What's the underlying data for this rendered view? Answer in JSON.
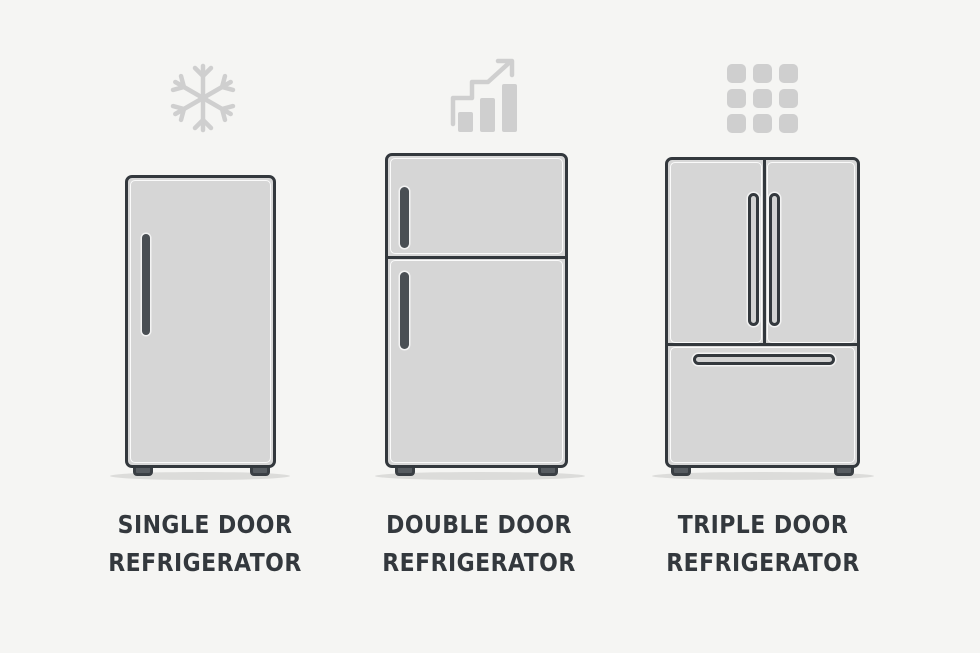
{
  "colors": {
    "background": "#f5f5f3",
    "outline": "#33383d",
    "panel_fill": "#d8d8d8",
    "icon_fill": "#cfcfcf",
    "text": "#33383d"
  },
  "items": [
    {
      "type": "single",
      "icon": "snowflake-icon",
      "label_line1": "SINGLE DOOR",
      "label_line2": "REFRIGERATOR"
    },
    {
      "type": "double",
      "icon": "growth-chart-icon",
      "label_line1": "DOUBLE DOOR",
      "label_line2": "REFRIGERATOR"
    },
    {
      "type": "triple",
      "icon": "grid-icon",
      "label_line1": "TRIPLE DOOR",
      "label_line2": "REFRIGERATOR"
    }
  ]
}
